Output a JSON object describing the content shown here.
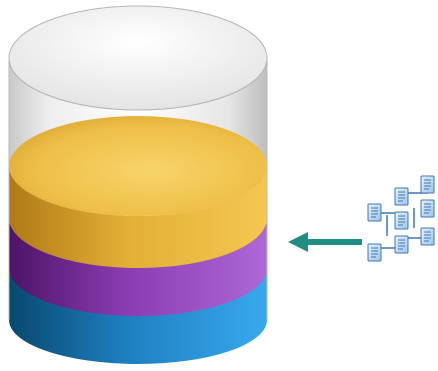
{
  "diagram": {
    "layers": [
      {
        "name": "top-layer",
        "color": "#e8b93c"
      },
      {
        "name": "middle-layer",
        "color": "#8a3db0"
      },
      {
        "name": "bottom-layer",
        "color": "#1f88c9"
      }
    ],
    "arrow": {
      "color": "#1f8f86",
      "direction": "left"
    },
    "documents": {
      "count": 8,
      "color": "#4a86c8"
    }
  }
}
